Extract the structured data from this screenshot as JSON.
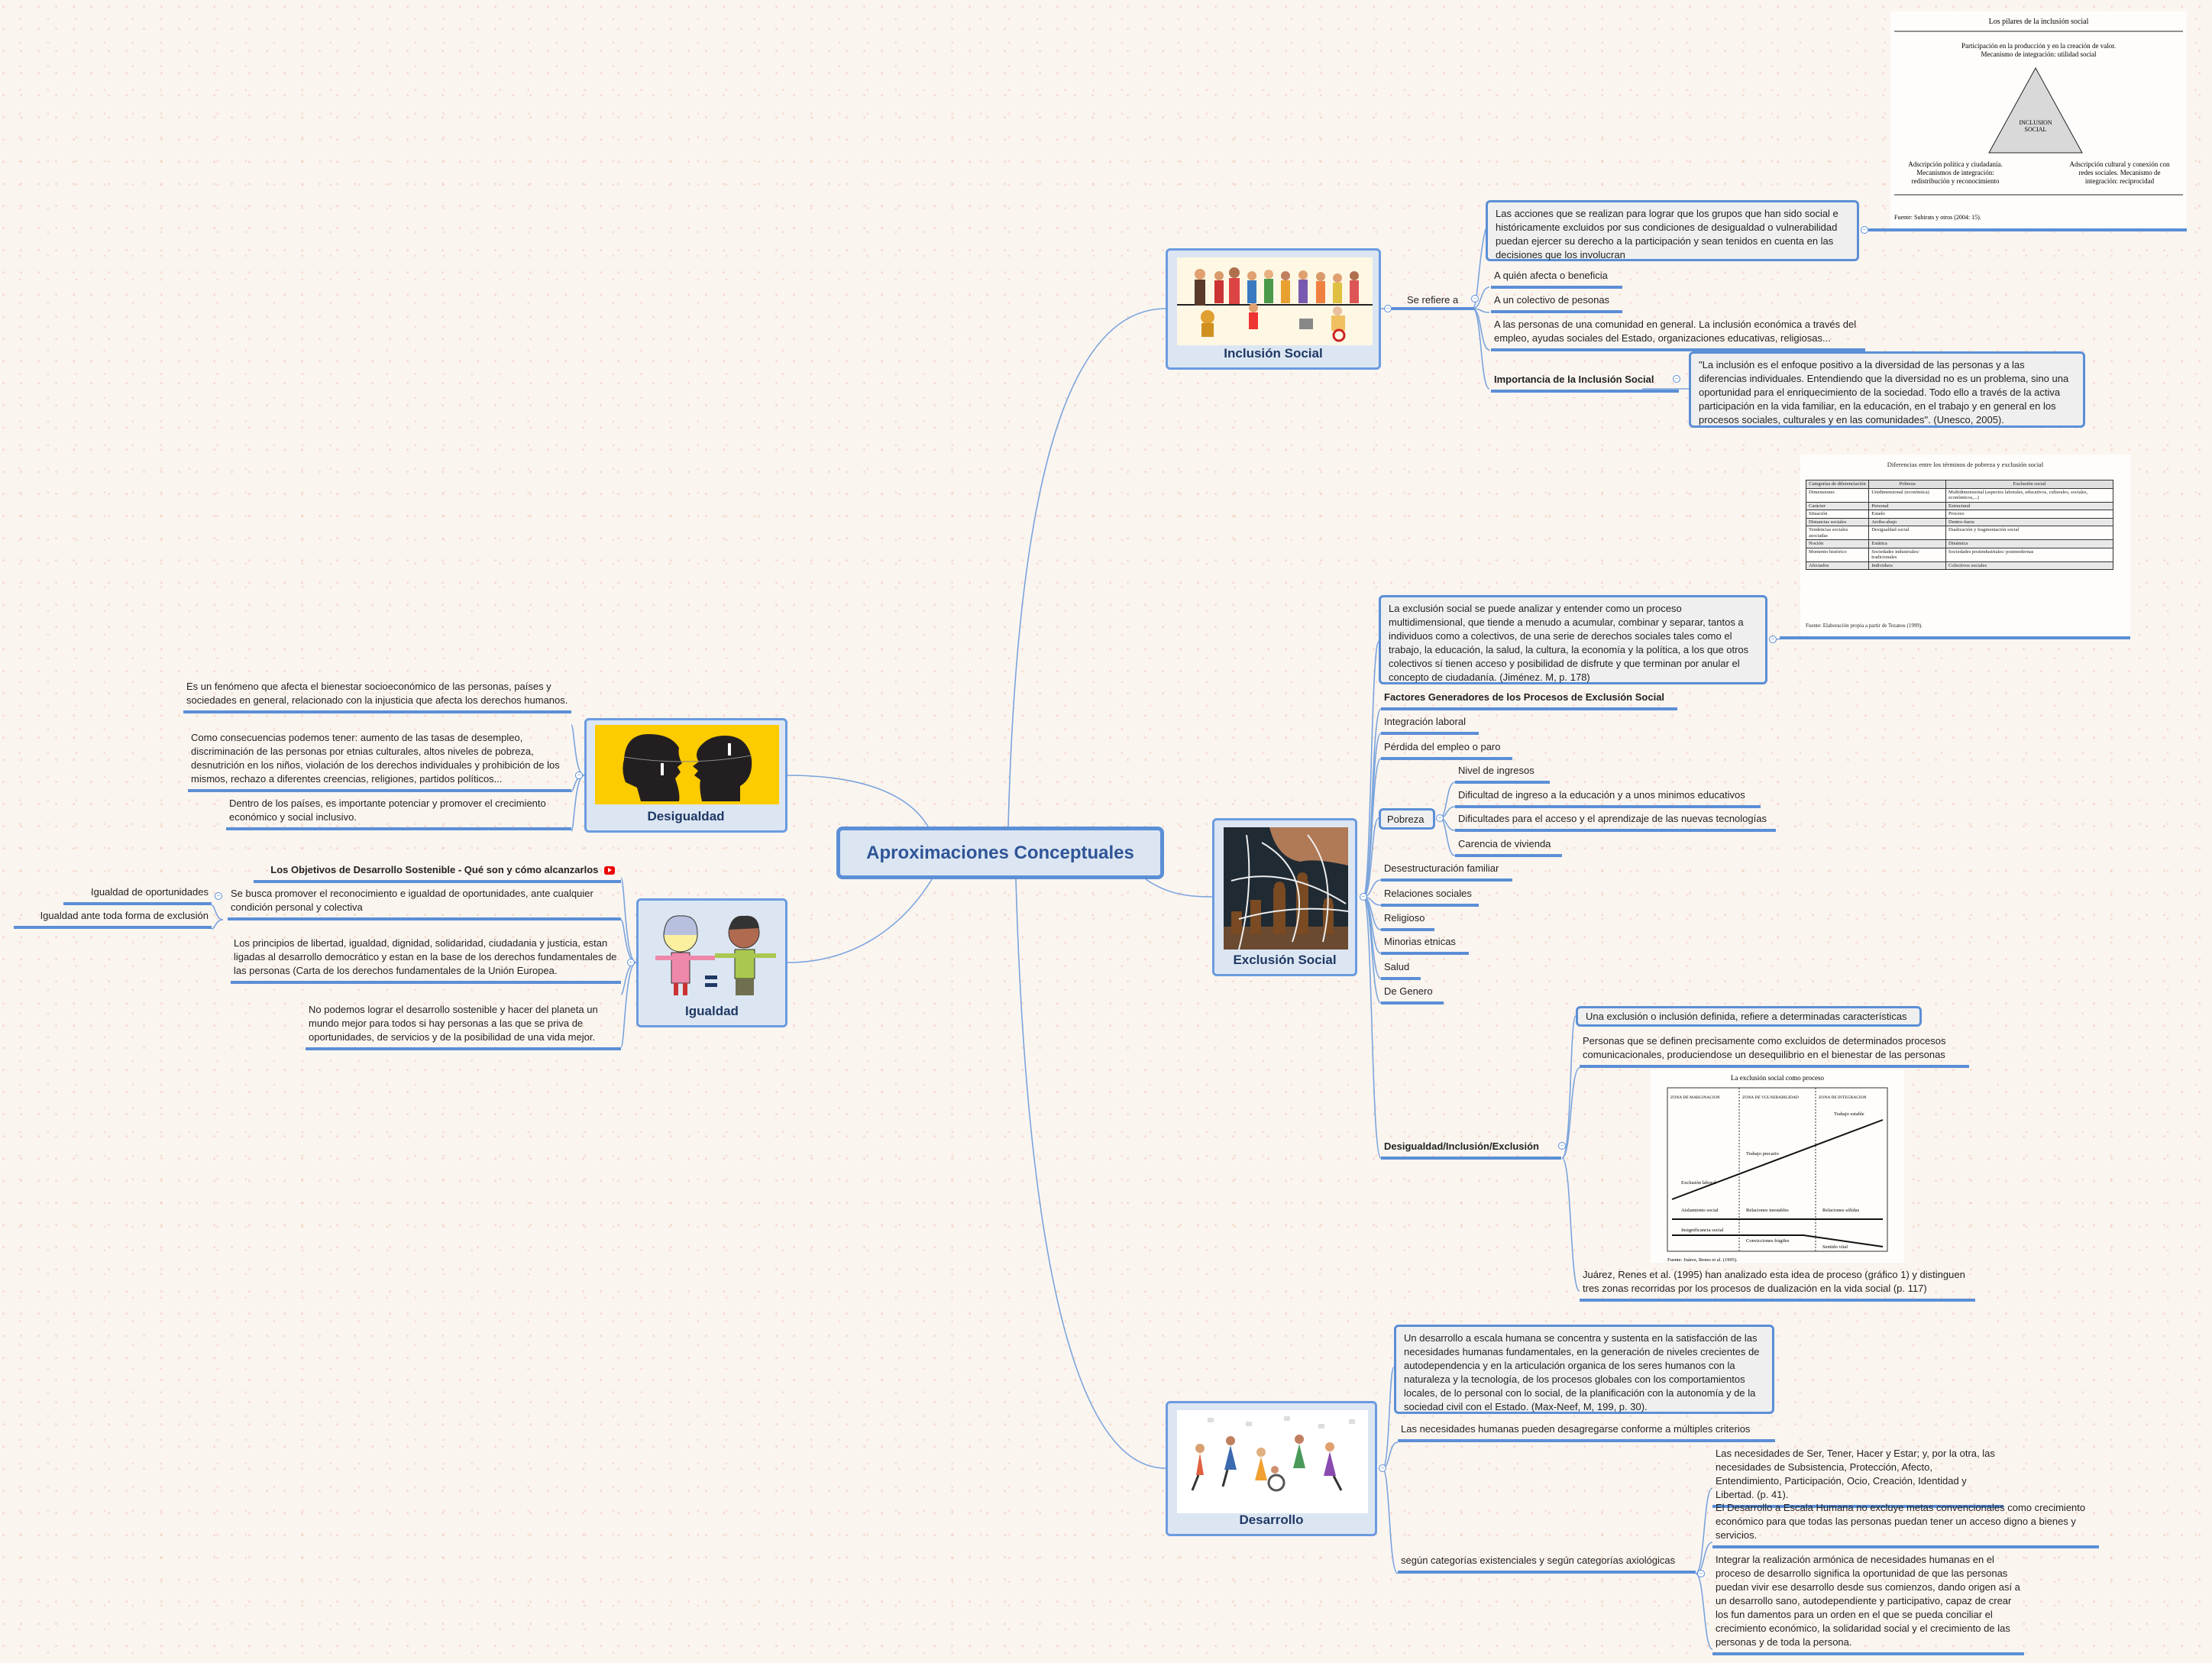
{
  "colors": {
    "accent": "#5b8fd6",
    "node_bg": "#dce6f2",
    "title": "#1f3864",
    "box_bg": "#efefef"
  },
  "central": {
    "title": "Aproximaciones Conceptuales"
  },
  "inclusion": {
    "title": "Inclusión Social",
    "refers_label": "Se refiere a",
    "definition": "Las acciones que se realizan para lograr que los grupos que han sido social e históricamente excluidos por sus condiciones de desigualdad o vulnerabilidad puedan ejercer su derecho a la participación y sean tenidos en cuenta en las decisiones que los involucran",
    "items": [
      "A quién afecta o beneficia",
      "A un colectivo de pesonas",
      "A las personas de una comunidad en general. La inclusión económica a través del empleo, ayudas sociales del Estado, organizaciones educativas, religiosas..."
    ],
    "importance_label": "Importancia de la Inclusión Social",
    "importance_quote": "\"La inclusión es el enfoque positivo a la diversidad de las personas y a las diferencias individuales. Entendiendo que la diversidad no es un problema, sino una oportunidad para el enriquecimiento de la sociedad. Todo ello a través de la activa participación en la vida familiar, en la educación, en el trabajo y en general en los procesos sociales, culturales y en las comunidades\". (Unesco, 2005).",
    "pillars": {
      "title": "Los pilares de la inclusión social",
      "top": [
        "Participación en la producción y en la creación de valor.",
        "Mecanismo de integración: utilidad social"
      ],
      "center": [
        "INCLUSION",
        "SOCIAL"
      ],
      "left": [
        "Adscripción política y ciudadanía.",
        "Mecanismos de integración:",
        "redistribución y reconocimiento"
      ],
      "right": [
        "Adscripción cultural y conexión con",
        "redes sociales. Mecanismo de",
        "integración: reciprocidad"
      ],
      "source": "Fuente: Subirats y otros (2004: 15)."
    }
  },
  "exclusion": {
    "title": "Exclusión Social",
    "definition": "La exclusión social se puede analizar y entender como un proceso multidimensional, que tiende a menudo a acumular, combinar y separar, tantos a individuos como a colectivos, de una serie de derechos sociales tales como el trabajo, la educación, la salud, la cultura, la economía y la política, a los que otros colectivos sí tienen acceso y posibilidad de disfrute y que terminan por anular el concepto de ciudadanía. (Jiménez. M, p. 178)",
    "table": {
      "title": "Diferencias entre los términos de pobreza y exclusión social",
      "headers": [
        "Categorías de diferenciación",
        "Pobreza",
        "Exclusión social"
      ],
      "rows": [
        [
          "Dimensiones",
          "Unidimensional (económica)",
          "Multidimensional (aspectos laborales, educativos, culturales, sociales, económicos,...)"
        ],
        [
          "Carácter",
          "Personal",
          "Estructural"
        ],
        [
          "Situación",
          "Estado",
          "Proceso"
        ],
        [
          "Distancias sociales",
          "Arriba-abajo",
          "Dentro-fuera"
        ],
        [
          "Tendencias sociales asociadas",
          "Desigualdad social",
          "Dualización y fragmentación social"
        ],
        [
          "Noción",
          "Estática",
          "Dinámica"
        ],
        [
          "Momento histórico",
          "Sociedades industriales/ tradicionales",
          "Sociedades postindustriales/ postmodernas"
        ],
        [
          "Afectados",
          "Individuos",
          "Colectivos sociales"
        ]
      ],
      "source": "Fuente: Elaboración propia a partir de Tezanos (1999)."
    },
    "factors_title": "Factores Generadores de los Procesos de Exclusión Social",
    "factors_before": [
      "Integración laboral",
      "Pérdida del empleo o paro"
    ],
    "poverty": {
      "label": "Pobreza",
      "items": [
        "Nivel de ingresos",
        "Dificultad de ingreso a la educación y a unos minimos educativos",
        "Dificultades para el acceso y el aprendizaje de las nuevas tecnologías",
        "Carencia de vivienda"
      ]
    },
    "factors_after": [
      "Desestructuración familiar",
      "Relaciones sociales",
      "Religioso",
      "Minorias etnicas",
      "Salud",
      "De Genero"
    ],
    "dio": {
      "label": "Desigualdad/Inclusión/Exclusión",
      "characteristic": "Una exclusión o inclusión definida, refiere a determinadas características",
      "persons": "Personas que se definen precisamente como excluidos de determinados procesos comunicacionales, produciendose un desequilibrio en el bienestar de las personas",
      "chart": {
        "title": "La exclusión social como proceso",
        "zones": [
          "ZONA DE MARGINACION",
          "ZONA DE VULNERABILIDAD",
          "ZONA DE INTEGRACION"
        ],
        "labels": [
          "Exclusión laboral",
          "Trabajo precario",
          "Trabajo estable",
          "Aislamiento social",
          "Relaciones inestables",
          "Relaciones sólidas",
          "Insignificancia social",
          "Convicciones frágiles",
          "Sentido vital"
        ],
        "source": "Fuente: Juárez, Renes et al. (1995)."
      },
      "juarez": "Juárez, Renes et al. (1995) han analizado esta idea de proceso (gráfico 1) y distinguen tres zonas recorridas por los procesos de dualización en la vida social (p. 117)"
    }
  },
  "desigualdad": {
    "title": "Desigualdad",
    "items": [
      "Es un fenómeno que afecta el bienestar socioeconómico de las personas, países y sociedades en general, relacionado con la injusticia que afecta los derechos humanos.",
      "Como consecuencias podemos tener: aumento de las tasas de desempleo, discriminación de las personas por etnias culturales, altos niveles de pobreza, desnutrición en los niños, violación de los derechos individuales y prohibición de los mismos, rechazo a diferentes creencias, religiones, partidos políticos...",
      "Dentro de los países, es importante potenciar y promover el crecimiento económico y social inclusivo."
    ]
  },
  "igualdad": {
    "title": "Igualdad",
    "video_title": "Los Objetivos de Desarrollo Sostenible - Qué son y cómo alcanzarlos",
    "promote": "Se busca promover el reconocimiento e igualdad de oportunidades, ante cualquier condición personal y colectiva",
    "promote_children": [
      "Igualdad de oportunidades",
      "Igualdad ante toda forma de exclusión"
    ],
    "principles": "Los principios de libertad, igualdad, dignidad, solidaridad, ciudadania y justicia, estan ligadas al desarrollo democrático y estan en la base de los derechos fundamentales de las personas (Carta de los derechos fundamentales de la Unión Europea.",
    "sustainable": "No podemos lograr el desarrollo sostenible y hacer del planeta un mundo mejor para todos si hay personas a las que se priva de oportunidades, de servicios y de la posibilidad de una vida mejor."
  },
  "desarrollo": {
    "title": "Desarrollo",
    "definition": "Un desarrollo a escala humana se concentra y sustenta en la satisfacción de las necesidades humanas fundamentales, en la generación de niveles crecientes de autodependencia y en la articulación organica de los seres humanos con la naturaleza y la tecnología, de los procesos globales con los comportamientos locales, de lo personal con lo social, de la planificación con la autonomía y de la sociedad civil con el Estado. (Max-Neef, M, 199, p. 30).",
    "needs": "Las necesidades humanas pueden desagregarse conforme a múltiples criterios",
    "categories": "según categorías existenciales y según categorías axiológicas",
    "category_items": [
      "Las necesidades de Ser, Tener, Hacer y Estar; y, por la otra, las necesidades de Subsistencia, Protección, Afecto, Entendimiento, Participación, Ocio, Creación, Identidad y Libertad. (p. 41).",
      "El Desarrollo a Escala Humana no excluye metas convencionales como crecimiento económico para que todas las personas puedan tener un acceso digno a bienes y servicios.",
      "Integrar la realización armónica de necesidades humanas en el proceso de desarrollo significa la oportunidad de que las personas puedan vivir ese desarrollo desde sus comienzos, dando origen así a un desarrollo sano, autodependiente y participativo, capaz de crear los fun damentos para un orden en el que se pueda conciliar el crecimiento económico, la solidaridad social y el crecimiento de las personas y de toda la persona."
    ]
  }
}
